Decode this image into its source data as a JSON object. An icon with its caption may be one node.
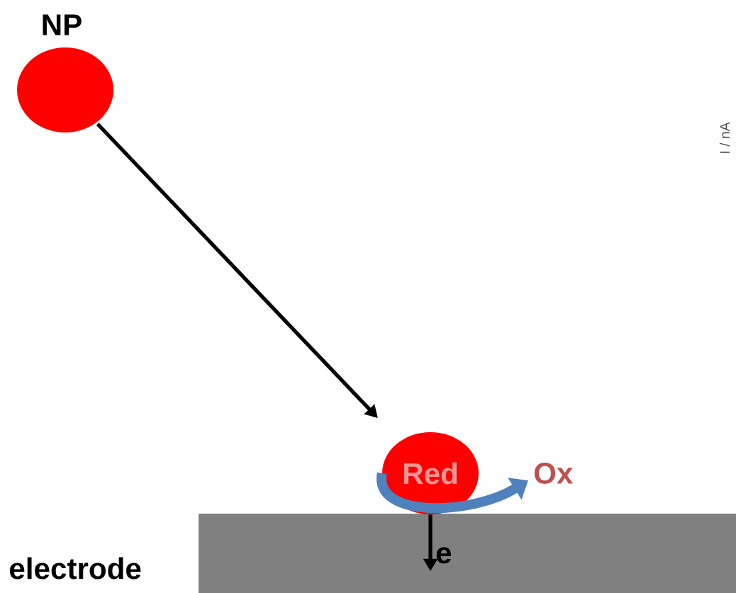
{
  "diagram": {
    "nodes": [
      {
        "text": [
          "NP"
        ]
      },
      {
        "text": [
          "Red"
        ]
      },
      {
        "text": [
          "Ox"
        ]
      },
      {
        "text": [
          "electrode"
        ]
      }
    ],
    "edges": [
      {
        "from": 0,
        "to": 1,
        "arrow": "to"
      },
      {
        "from": 1,
        "to": 2,
        "arrow": "to",
        "style": "thick",
        "color": "#4f81bd"
      },
      {
        "from": 1,
        "to": 3,
        "arrow": "to",
        "label": "e"
      }
    ],
    "labels": [
      "I / nA"
    ]
  }
}
